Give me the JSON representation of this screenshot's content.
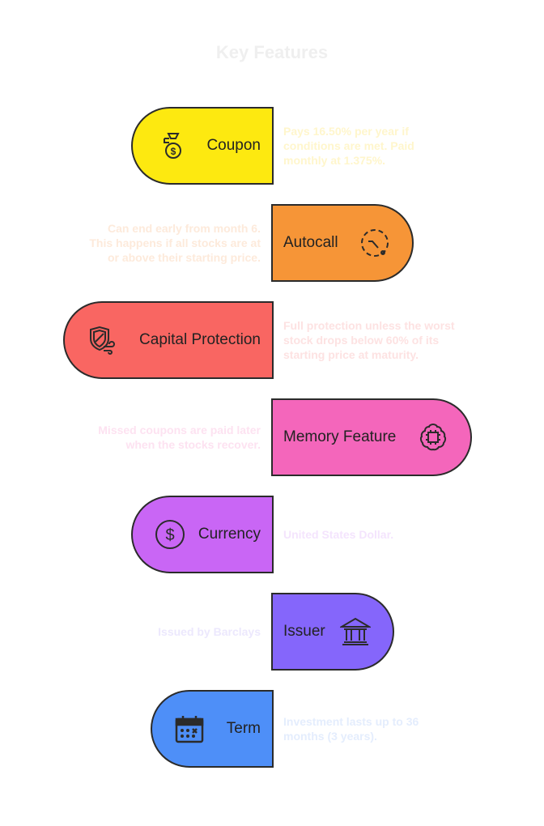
{
  "title": "Key Features",
  "features": [
    {
      "label": "Coupon",
      "icon": "money-bag-icon",
      "color": "#fde910",
      "desc_color": "#fff6cc",
      "description": "Pays 16.50% per year if conditions are met. Paid monthly at 1.375%."
    },
    {
      "label": "Autocall",
      "icon": "timer-icon",
      "color": "#f69537",
      "desc_color": "#fdeadb",
      "description": "Can end early from month 6. This happens if all stocks are at or above their starting price."
    },
    {
      "label": "Capital Protection",
      "icon": "shield-wind-icon",
      "color": "#f96662",
      "desc_color": "#fde2e2",
      "description": "Full protection unless the worst stock drops below 60% of its starting price at maturity."
    },
    {
      "label": "Memory Feature",
      "icon": "brain-chip-icon",
      "color": "#f466bb",
      "desc_color": "#fde2f1",
      "description": "Missed coupons are paid later when the stocks recover."
    },
    {
      "label": "Currency",
      "icon": "dollar-circle-icon",
      "color": "#c966f5",
      "desc_color": "#f4e4fd",
      "description": "United States Dollar."
    },
    {
      "label": "Issuer",
      "icon": "bank-icon",
      "color": "#8566fb",
      "desc_color": "#ece8fd",
      "description": "Issued by Barclays"
    },
    {
      "label": "Term",
      "icon": "calendar-icon",
      "color": "#4e8ff8",
      "desc_color": "#e4edfd",
      "description": "Investment lasts up to 36 months (3 years)."
    }
  ]
}
